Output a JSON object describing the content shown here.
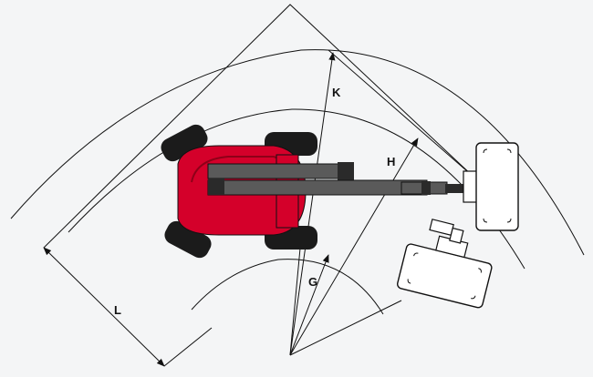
{
  "diagram": {
    "labels": {
      "K": "K",
      "H": "H",
      "G": "G",
      "L": "L"
    },
    "colors": {
      "background": "#f4f5f6",
      "line": "#111111",
      "chassis_red": "#d4002a",
      "chassis_dark": "#8e0018",
      "tire": "#1b1b1b",
      "boom": "#5a5a5a",
      "boom_dark": "#2a2a2a",
      "platform": "#ffffff"
    }
  }
}
